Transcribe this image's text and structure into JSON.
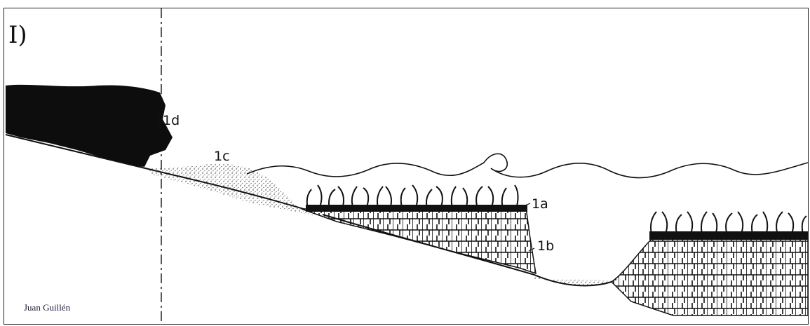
{
  "figure": {
    "number": "I)",
    "credit": "Juan Guillén",
    "labels": {
      "l1a": "1a",
      "l1b": "1b",
      "l1c": "1c",
      "l1d": "1d"
    }
  },
  "colors": {
    "ink": "#111111",
    "paper": "#ffffff",
    "frame": "#222222"
  }
}
